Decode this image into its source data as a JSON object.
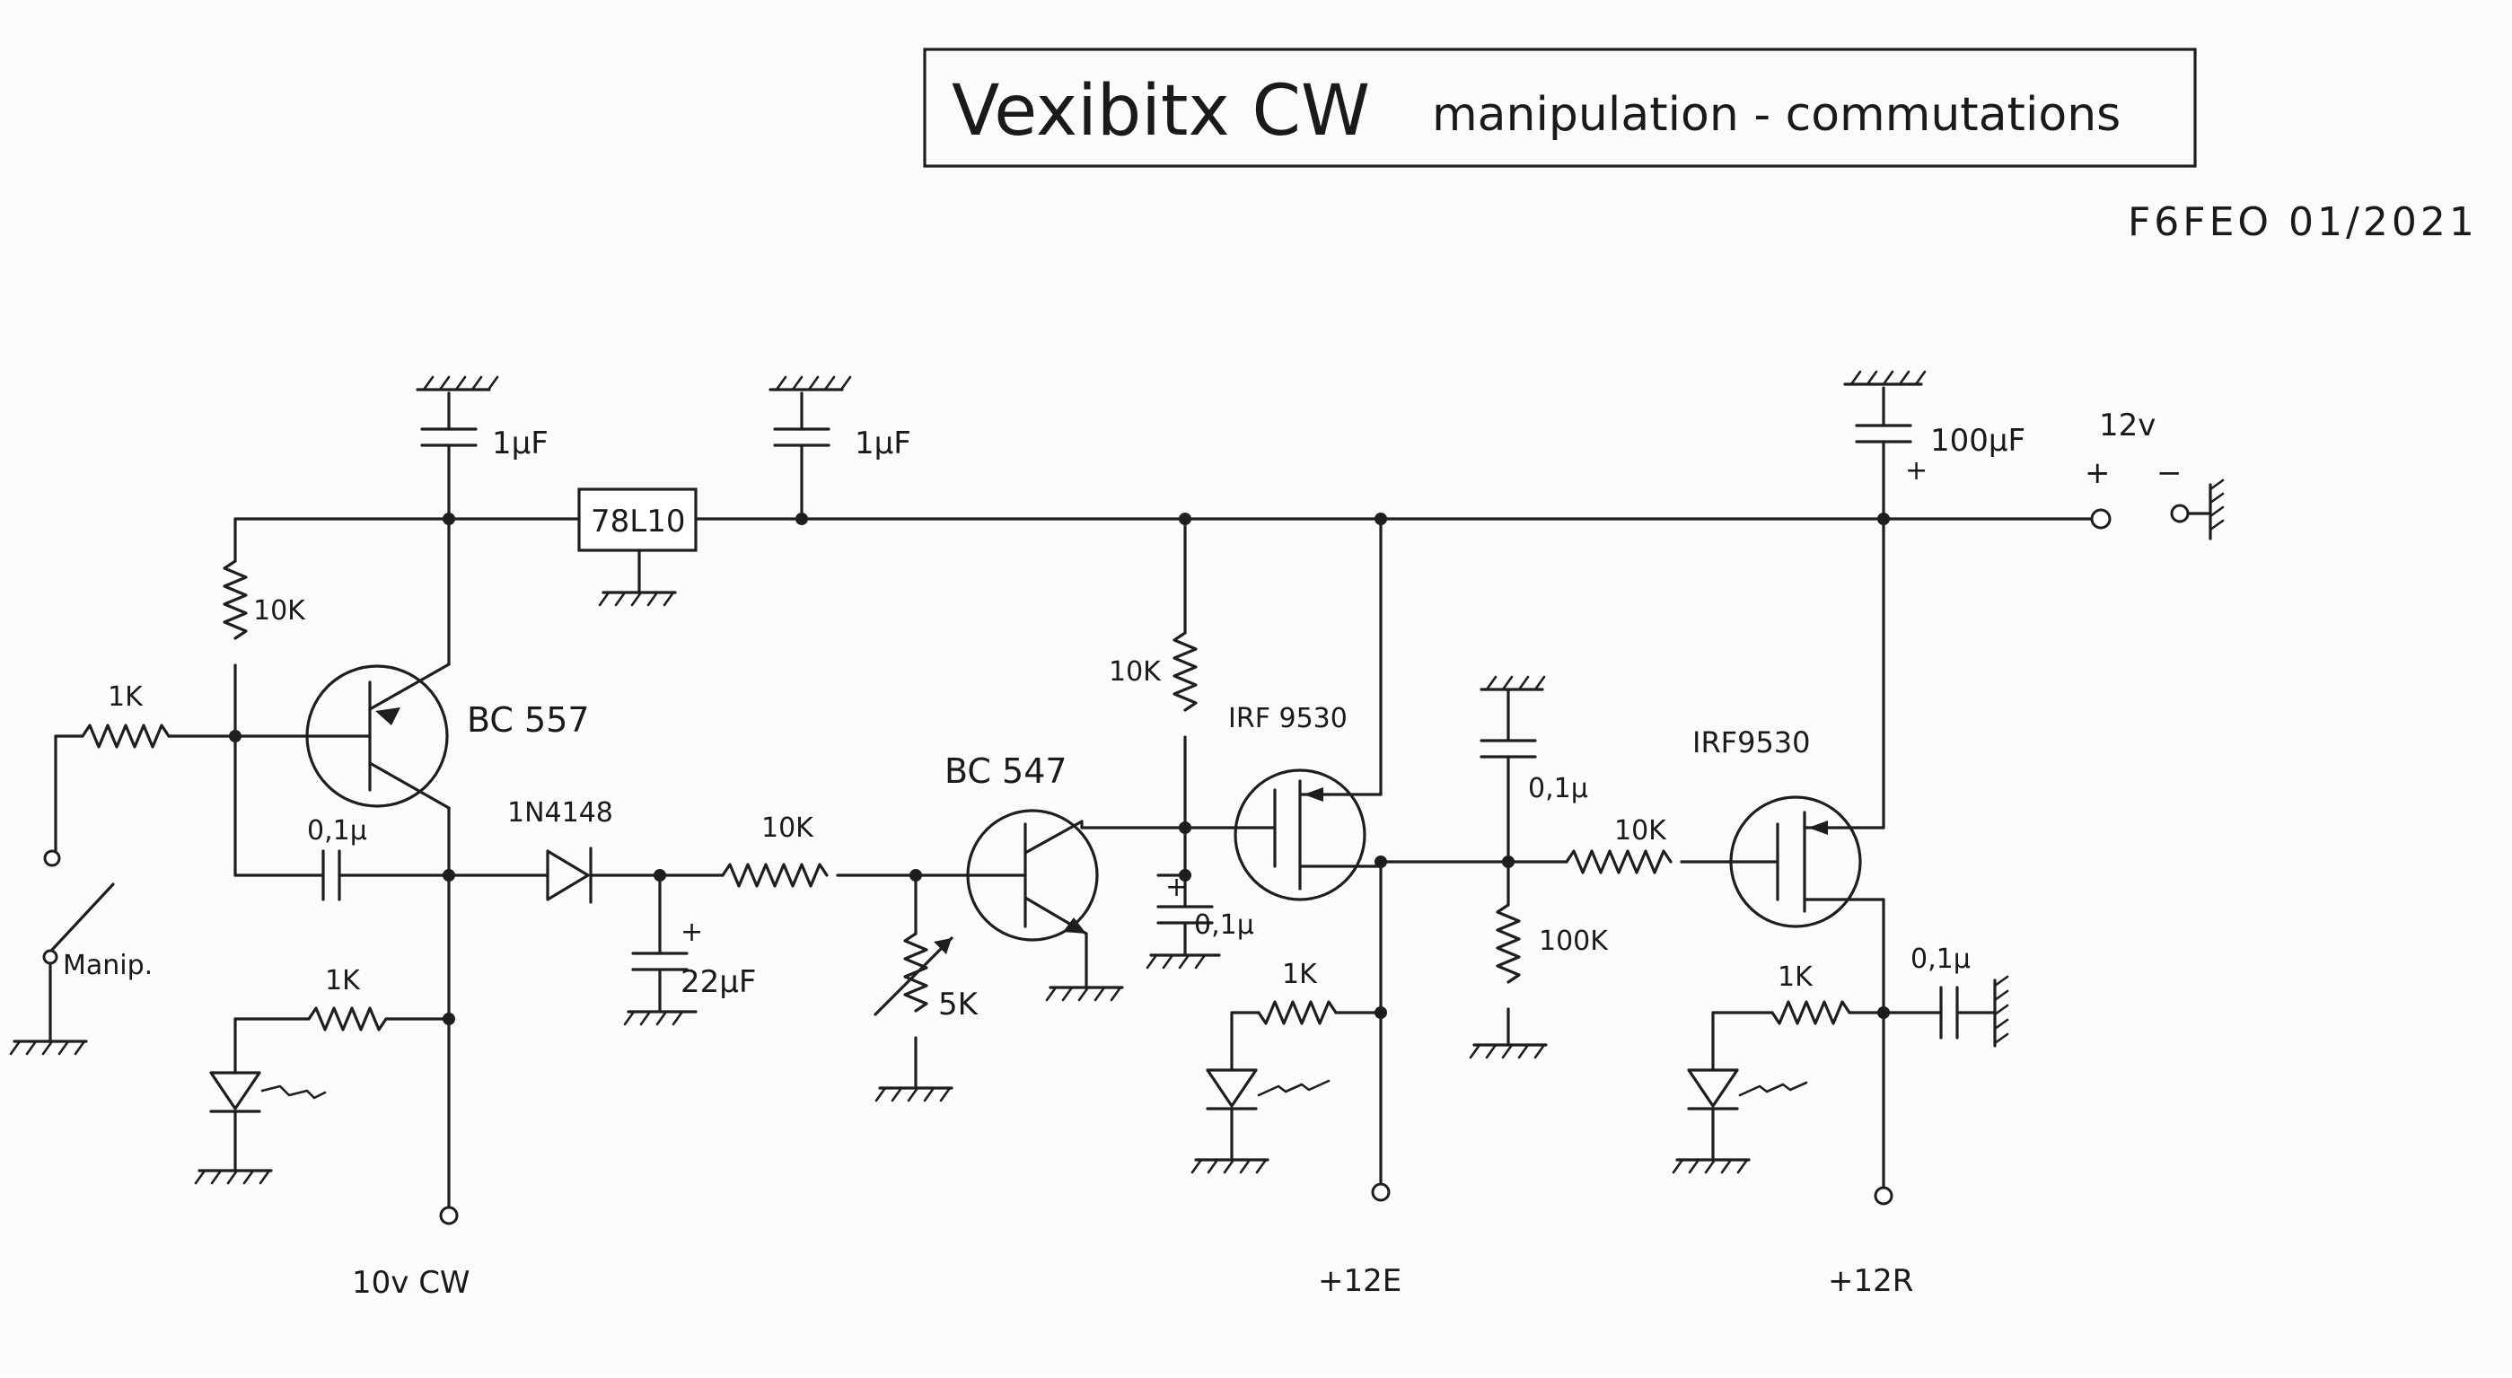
{
  "title": {
    "main": "Vexibitx CW",
    "sub": "manipulation - commutations"
  },
  "author": "F6FEO 01/2021",
  "labels": {
    "c1": "1µF",
    "c2": "1µF",
    "reg": "78L10",
    "c_100": "100µF",
    "v12": "12v",
    "plus": "+",
    "minus": "−",
    "r_10k_a": "10K",
    "r_1k_in": "1K",
    "q_bc557": "BC 557",
    "c_01_a": "0,1µ",
    "d_1n4148": "1N4148",
    "r_10k_b": "10K",
    "c_22": "22µF",
    "c_22_plus": "+",
    "q_bc547": "BC 547",
    "rv_5k": "5K",
    "r_10k_c": "10K",
    "c_01_b": "0,1µ",
    "q_irf_a": "IRF 9530",
    "r_1k_led_a": "1K",
    "c_01_c": "0,1µ",
    "r_10k_d": "10K",
    "r_100k": "100K",
    "q_irf_b": "IRF9530",
    "r_1k_led_b": "1K",
    "c_01_d": "0,1µ",
    "r_1k_led_c": "1K",
    "manip": "Manip.",
    "out_10v": "10v CW",
    "out_12e": "+12E",
    "out_12r": "+12R"
  }
}
